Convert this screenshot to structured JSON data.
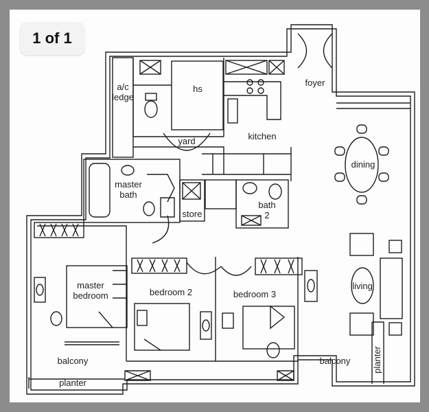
{
  "page_counter": "1 of 1",
  "rooms": {
    "ac_ledge": "a/c ledge",
    "hs": "hs",
    "foyer": "foyer",
    "kitchen": "kitchen",
    "yard": "yard",
    "dining": "dining",
    "master_bath": "master bath",
    "store": "store",
    "bath_2": "bath 2",
    "master_bedroom": "master bedroom",
    "bedroom_2": "bedroom 2",
    "bedroom_3": "bedroom 3",
    "living": "living",
    "balcony_left": "balcony",
    "balcony_right": "balcony",
    "planter_bottom": "planter",
    "planter_right": "planter"
  },
  "colors": {
    "frame": "#8c8c8c",
    "paper": "#fdfdfd",
    "ink": "#1e1e1e"
  }
}
